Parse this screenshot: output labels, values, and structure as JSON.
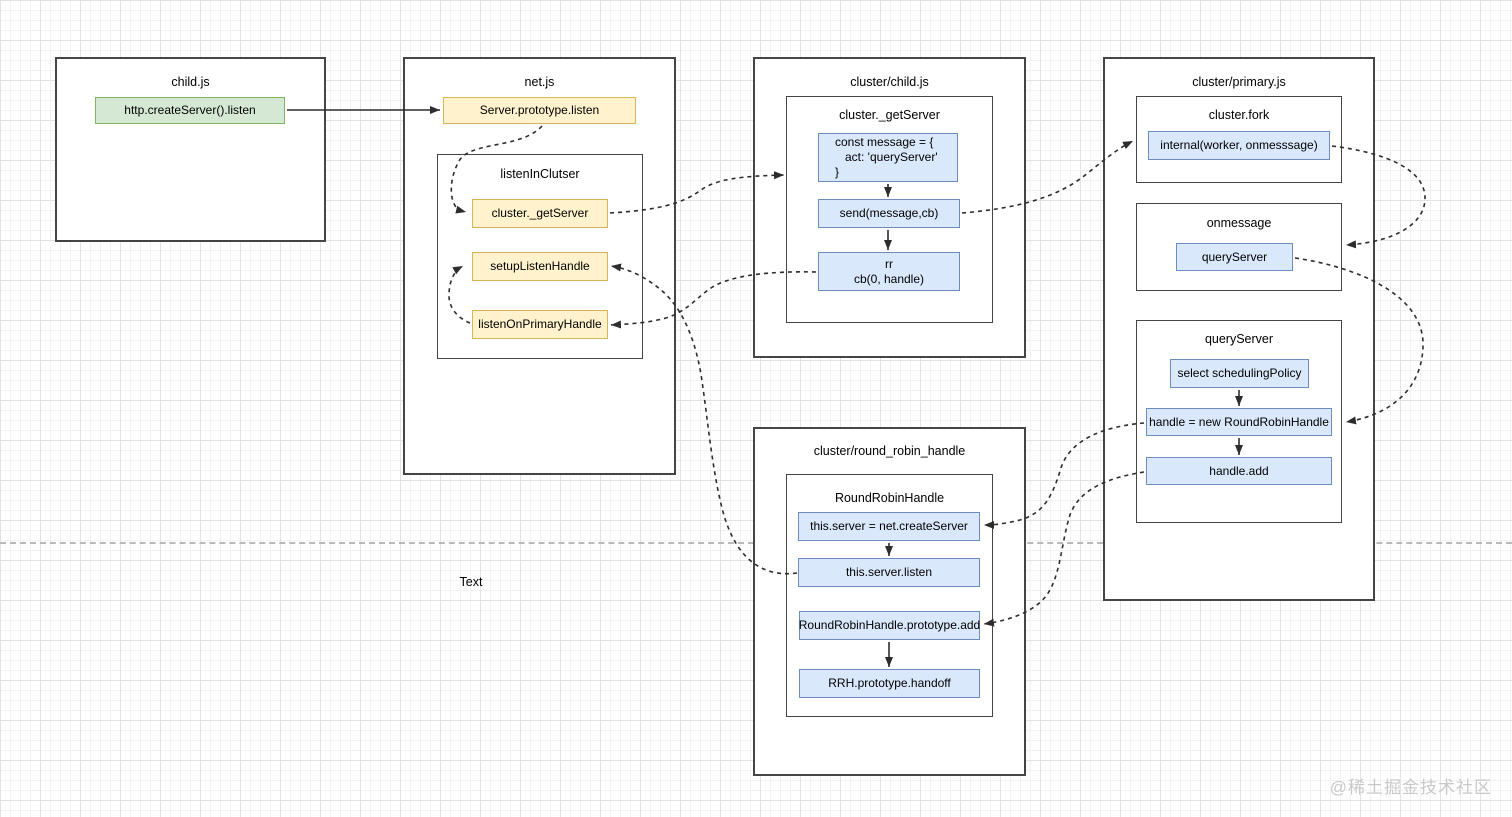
{
  "diagram": {
    "child_js": {
      "title": "child.js",
      "create_server_node": "http.createServer().listen"
    },
    "net_js": {
      "title": "net.js",
      "server_prototype_listen": "Server.prototype.listen",
      "listen_in_clutser": {
        "title": "listenInClutser",
        "get_server": "cluster._getServer",
        "setup_listen_handle": "setupListenHandle",
        "listen_on_primary_handle": "listenOnPrimaryHandle"
      }
    },
    "cluster_child_js": {
      "title": "cluster/child.js",
      "get_server": {
        "title": "cluster._getServer",
        "message_block": {
          "line1": "const message = {",
          "line2": "act: 'queryServer'",
          "line3": "}"
        },
        "send": "send(message,cb)",
        "rr_block": {
          "line1": "rr",
          "line2": "cb(0, handle)"
        }
      }
    },
    "cluster_primary_js": {
      "title": "cluster/primary.js",
      "fork": {
        "title": "cluster.fork",
        "internal": "internal(worker, onmesssage)"
      },
      "onmessage": {
        "title": "onmessage",
        "query_server": "queryServer"
      },
      "query_server": {
        "title": "queryServer",
        "select_policy": "select schedulingPolicy",
        "new_handle": "handle = new RoundRobinHandle",
        "handle_add": "handle.add"
      }
    },
    "round_robin": {
      "title": "cluster/round_robin_handle",
      "handle": {
        "title": "RoundRobinHandle",
        "create_server": "this.server = net.createServer",
        "listen": "this.server.listen",
        "proto_add": "RoundRobinHandle.prototype.add",
        "handoff": "RRH.prototype.handoff"
      }
    },
    "text_label": "Text"
  },
  "watermark": "@稀土掘金技术社区",
  "colors": {
    "green_fill": "#d5e8d4",
    "green_border": "#82b366",
    "yellow_fill": "#fff2cc",
    "yellow_border": "#d6b656",
    "blue_fill": "#dae8fc",
    "blue_border": "#6c8ebf",
    "edge": "#2d2d2d",
    "divider": "#b9b9b9",
    "watermark_text": "#c9c9c9"
  }
}
